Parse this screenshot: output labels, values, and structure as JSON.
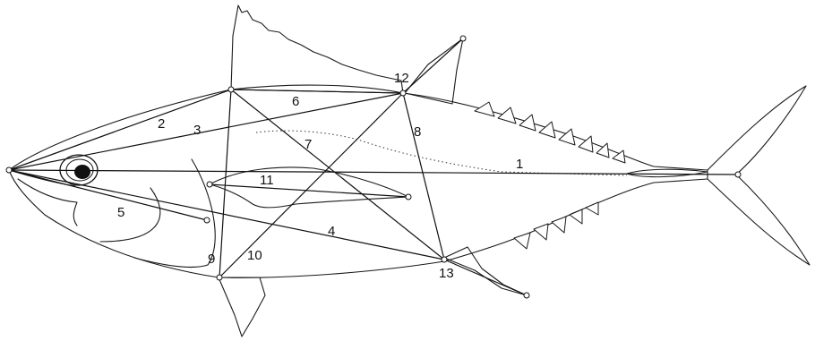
{
  "figure": {
    "measurement_labels": [
      "1",
      "2",
      "3",
      "4",
      "5",
      "6",
      "7",
      "8",
      "9",
      "10",
      "11",
      "12",
      "13"
    ]
  }
}
